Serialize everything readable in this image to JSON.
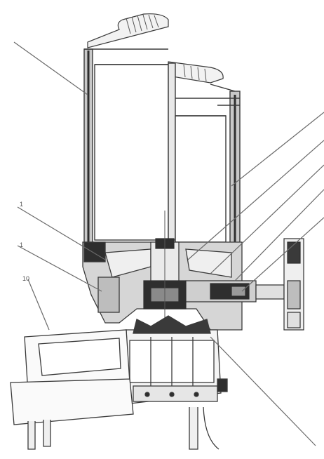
{
  "figure": {
    "callout_labels": [
      {
        "id": "a",
        "text": "1"
      },
      {
        "id": "b",
        "text": "1"
      },
      {
        "id": "c",
        "text": "10"
      }
    ]
  },
  "colors": {
    "line": "#3a3a3a",
    "fill_light": "#f2f2f2",
    "fill_mid": "#c8c8c8",
    "fill_dark": "#2e2e2e"
  }
}
